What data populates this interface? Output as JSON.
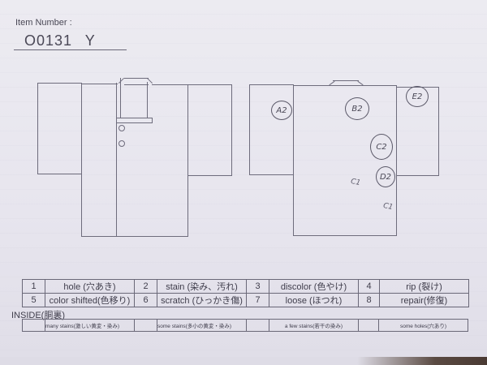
{
  "header": {
    "item_label": "Item Number :",
    "item_number": "O0131  Y"
  },
  "front_diagram": {
    "label": "front view",
    "buttons": 2
  },
  "back_diagram": {
    "marks": [
      {
        "id": "A2",
        "text": "A2"
      },
      {
        "id": "B2",
        "text": "B2"
      },
      {
        "id": "C2",
        "text": "C2"
      },
      {
        "id": "D2",
        "text": "D2"
      },
      {
        "id": "E2",
        "text": "E2"
      }
    ],
    "small_marks": [
      "C1",
      "C1"
    ]
  },
  "legend": {
    "rows": [
      [
        {
          "num": "1",
          "label": "hole (穴あき)"
        },
        {
          "num": "2",
          "label": "stain (染み、汚れ)"
        },
        {
          "num": "3",
          "label": "discolor (色やけ)"
        },
        {
          "num": "4",
          "label": "rip (裂け)"
        }
      ],
      [
        {
          "num": "5",
          "label": "color shifted(色移り)"
        },
        {
          "num": "6",
          "label": "scratch (ひっかき傷)"
        },
        {
          "num": "7",
          "label": "loose (ほつれ)"
        },
        {
          "num": "8",
          "label": "repair(修復)"
        }
      ]
    ]
  },
  "inside": {
    "title": "INSIDE(胴裏)",
    "items": [
      {
        "check": "",
        "label": "many stains(激しい黄変・染み)"
      },
      {
        "check": "",
        "label": "some stains(多小の黄変・染み)"
      },
      {
        "check": "",
        "label": "a few stains(若干の染み)"
      },
      {
        "check": "",
        "label": "some holes(穴あり)"
      }
    ]
  }
}
